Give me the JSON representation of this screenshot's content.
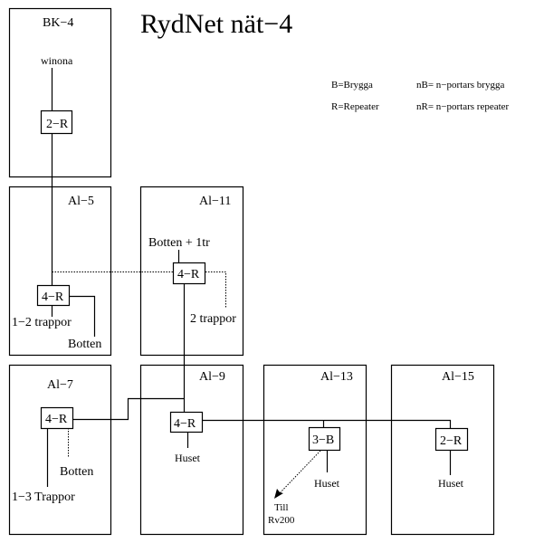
{
  "title": "RydNet  nät−4",
  "legend": [
    {
      "key": "B=Brygga",
      "desc": "nB= n−portars brygga"
    },
    {
      "key": "R=Repeater",
      "desc": "nR= n−portars repeater"
    }
  ],
  "buildings": [
    {
      "id": "BK-4",
      "label": "BK−4",
      "device": "2−R",
      "texts": [
        "winona"
      ]
    },
    {
      "id": "Al-5",
      "label": "Al−5",
      "device": "4−R",
      "texts": [
        "1−2 trappor",
        "Botten"
      ]
    },
    {
      "id": "Al-11",
      "label": "Al−11",
      "device": "4−R",
      "texts": [
        "Botten + 1tr",
        "2 trappor"
      ]
    },
    {
      "id": "Al-7",
      "label": "Al−7",
      "device": "4−R",
      "texts": [
        "Botten",
        "1−3 Trappor"
      ]
    },
    {
      "id": "Al-9",
      "label": "Al−9",
      "device": "4−R",
      "texts": [
        "Huset"
      ]
    },
    {
      "id": "Al-13",
      "label": "Al−13",
      "device": "3−B",
      "texts": [
        "Huset",
        "Till",
        "Rv200"
      ]
    },
    {
      "id": "Al-15",
      "label": "Al−15",
      "device": "2−R",
      "texts": [
        "Huset"
      ]
    }
  ]
}
